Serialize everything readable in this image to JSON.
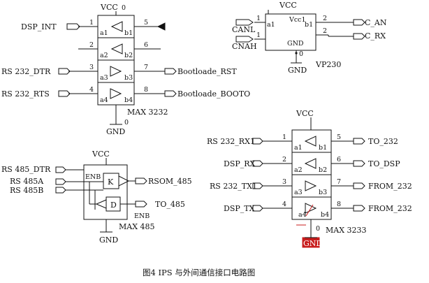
{
  "caption": "图4 IPS 与外间通信接口电路图",
  "colors": {
    "line": "#111111",
    "highlight": "#c81e1e"
  },
  "max3232_top": {
    "vcc": "VCC",
    "vcc_pin": "0",
    "gnd_pin": "0",
    "gnd": "GND",
    "part": "MAX 3232",
    "pins": {
      "p1": "1",
      "p2": "2",
      "p3": "3",
      "p4": "4",
      "p5": "5",
      "p6": "6",
      "p7": "7",
      "p8": "8"
    },
    "cells": {
      "a1": "a1",
      "b1": "b1",
      "a2": "a2",
      "b2": "b2",
      "a3": "a3",
      "b3": "b3",
      "a4": "a4",
      "b4": "b4"
    },
    "left": {
      "dsp_int": "DSP_INT",
      "dtr": "RS 232_DTR",
      "rts": "RS 232_RTS"
    },
    "right": {
      "rst": "Bootloade_RST",
      "boot": "Bootloade_BOOTO"
    }
  },
  "vp230": {
    "vcc": "VCC",
    "vcc1": "Vcc1",
    "pins": {
      "l1a": "1",
      "l1b": "1",
      "r1": "2",
      "r2": "2"
    },
    "a1": "a1",
    "b1": "b1",
    "gnd_inner": "GND",
    "gnd_pin": "0",
    "gnd": "GND",
    "part": "VP230",
    "left": {
      "canl": "CANL",
      "cnah": "CNAH"
    },
    "right": {
      "c_an": "C_AN",
      "c_rx": "C_RX"
    }
  },
  "max485": {
    "vcc": "VCC",
    "enb_top": "ENB",
    "enb_bottom": "ENB",
    "k": "K",
    "d": "D",
    "gnd": "GND",
    "part": "MAX 485",
    "left": {
      "dtr": "RS 485_DTR",
      "a": "RS 485A",
      "b": "RS 485B"
    },
    "right": {
      "rsom": "RSOM_485",
      "to": "TO_485"
    }
  },
  "max3232_bot": {
    "vcc": "VCC",
    "gnd_pin": "0",
    "gnd": "GND",
    "part": "MAX 3233",
    "pins": {
      "p1": "1",
      "p2": "2",
      "p3": "3",
      "p4": "4",
      "p5": "5",
      "p6": "6",
      "p7": "7",
      "p8": "8"
    },
    "cells": {
      "a1": "a1",
      "b1": "b1",
      "a2": "a2",
      "b2": "b2",
      "a3": "a3",
      "b3": "b3",
      "a4": "a4",
      "b4": "b4"
    },
    "left": {
      "rx1": "RS 232_RX1",
      "dsp_rx": "DSP_RX",
      "tx1": "RS 232_TX1",
      "dsp_tx": "DSP_TX"
    },
    "right": {
      "to232": "TO_232",
      "todsp": "TO_DSP",
      "from1": "FROM_232",
      "from2": "FROM_232"
    }
  }
}
